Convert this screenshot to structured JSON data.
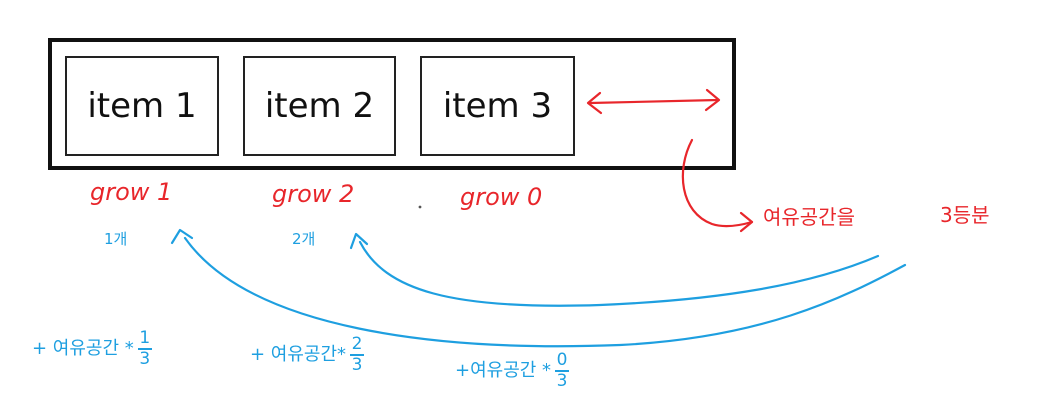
{
  "items": [
    {
      "label": "item 1"
    },
    {
      "label": "item 2"
    },
    {
      "label": "item 3"
    }
  ],
  "grow_labels": [
    "grow 1",
    "grow 2",
    "grow 0"
  ],
  "count_labels": [
    "1개",
    "2개"
  ],
  "free_space_note": {
    "text": "여유공간을",
    "split": "3등분"
  },
  "formulas": [
    {
      "prefix": "+ 여유공간 *",
      "numerator": "1",
      "denominator": "3"
    },
    {
      "prefix": "+ 여유공간*",
      "numerator": "2",
      "denominator": "3"
    },
    {
      "prefix": "+여유공간 *",
      "numerator": "0",
      "denominator": "3"
    }
  ],
  "colors": {
    "annotation_red": "#e8262b",
    "annotation_blue": "#1e9fe0",
    "outline": "#111111"
  }
}
